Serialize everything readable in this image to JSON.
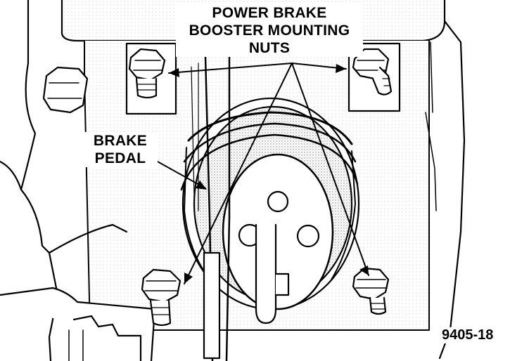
{
  "labels": {
    "booster_nuts": [
      "POWER BRAKE",
      "BOOSTER MOUNTING",
      "NUTS"
    ],
    "brake_pedal": [
      "BRAKE",
      "PEDAL"
    ]
  },
  "figure_number": "9405-18",
  "colors": {
    "ink": "#000000",
    "paper": "#ffffff",
    "shade": "#d9d9d9"
  }
}
